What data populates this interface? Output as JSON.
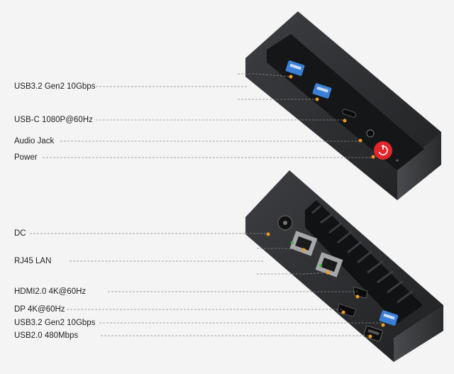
{
  "front_panel": {
    "labels": [
      {
        "id": "usb32-gen2",
        "text": "USB3.2 Gen2 10Gbps"
      },
      {
        "id": "usbc",
        "text": "USB-C 1080P@60Hz"
      },
      {
        "id": "audio-jack",
        "text": "Audio Jack"
      },
      {
        "id": "power",
        "text": "Power"
      }
    ]
  },
  "rear_panel": {
    "labels": [
      {
        "id": "dc",
        "text": "DC"
      },
      {
        "id": "rj45",
        "text": "RJ45 LAN"
      },
      {
        "id": "hdmi",
        "text": "HDMI2.0 4K@60Hz"
      },
      {
        "id": "dp",
        "text": "DP 4K@60Hz"
      },
      {
        "id": "usb32-rear",
        "text": "USB3.2 Gen2 10Gbps"
      },
      {
        "id": "usb20",
        "text": "USB2.0 480Mbps"
      }
    ]
  },
  "colors": {
    "device_body": "#2b2c2e",
    "usb3_blue": "#3a7fd6",
    "power_red": "#e0262b",
    "callout_dot": "#f39c1e",
    "leader_line": "#888888",
    "background": "#f4f4f4"
  }
}
